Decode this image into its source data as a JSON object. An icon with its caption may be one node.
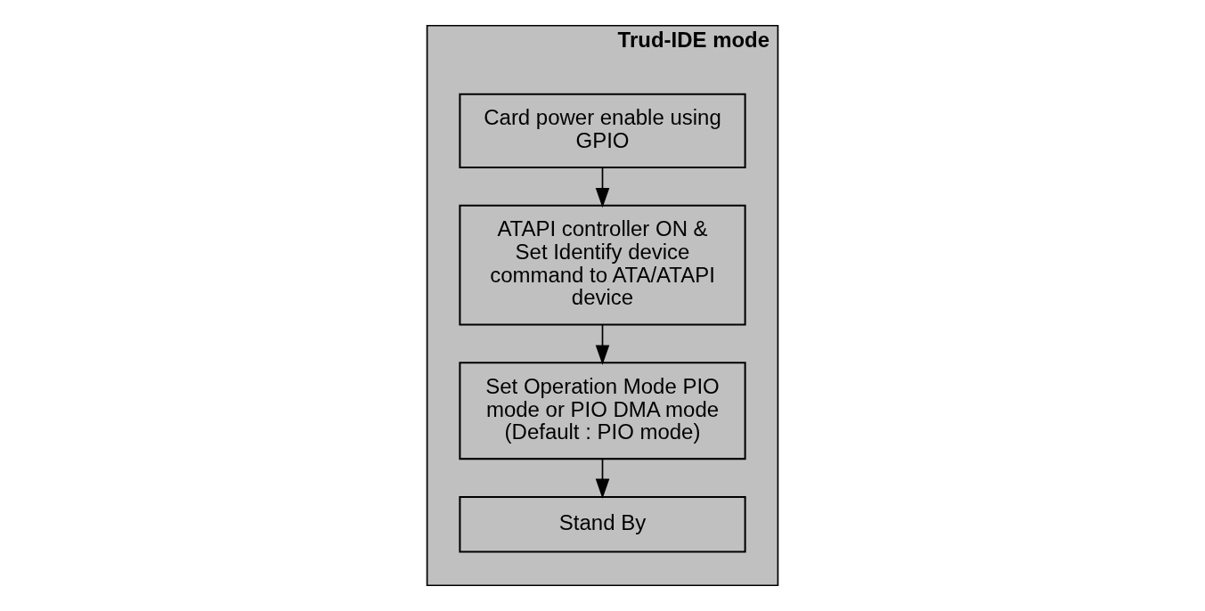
{
  "diagram": {
    "nodes": [
      {
        "text": [
          "Trud-IDE mode"
        ]
      },
      {
        "text": [
          "Card power enable using GPIO"
        ],
        "in": 0
      },
      {
        "text": [
          "ATAPI controller ON & Set Identify device command to ATA/ATAPI device"
        ],
        "in": 0
      },
      {
        "text": [
          "Set Operation Mode PIO mode or PIO DMA mode (Default : PIO mode)"
        ],
        "in": 0
      },
      {
        "text": [
          "Stand By"
        ],
        "in": 0
      }
    ],
    "edges": [
      {
        "from": 1,
        "to": 2,
        "arrow": "to"
      },
      {
        "from": 2,
        "to": 3,
        "arrow": "to"
      },
      {
        "from": 3,
        "to": 4,
        "arrow": "to"
      }
    ]
  }
}
